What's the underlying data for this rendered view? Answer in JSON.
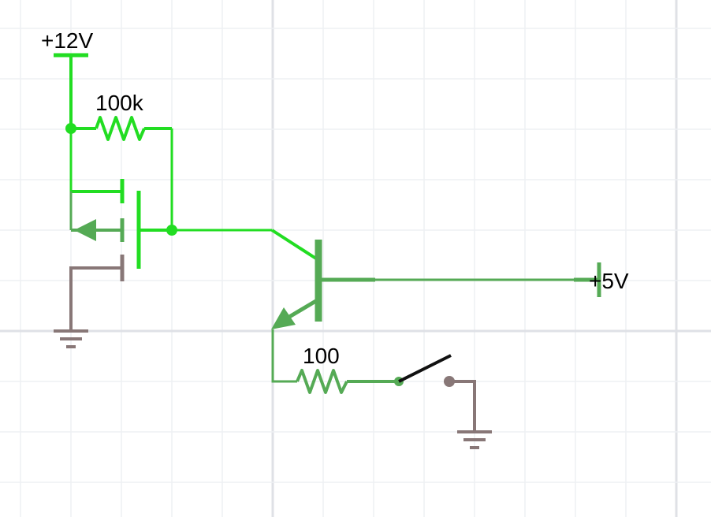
{
  "labels": {
    "supply_12v": "+12V",
    "resistor_top": "100k",
    "supply_5v": "+5V",
    "resistor_bottom": "100"
  },
  "colors": {
    "wire_bright": "#22dd22",
    "wire_medium": "#55aa55",
    "ground": "#887777",
    "switch_lever": "#111111",
    "grid_minor": "#eef0f3",
    "grid_major": "#dfe1e6"
  }
}
